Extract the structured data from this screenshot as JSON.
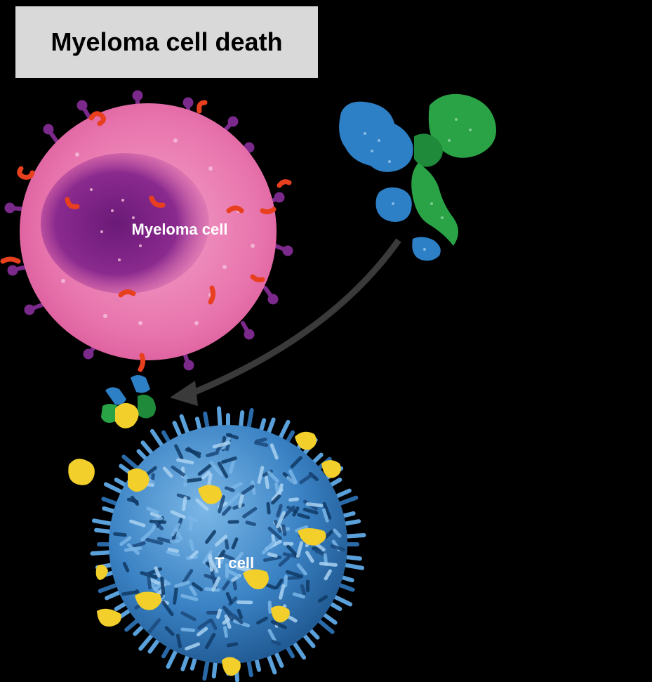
{
  "title": "Myeloma cell death",
  "labels": {
    "myeloma_cell": "Myeloma cell",
    "t_cell": "T cell"
  },
  "colors": {
    "background": "#000000",
    "title_box": "#d9d9d9",
    "myeloma_body": "#e46aa6",
    "myeloma_nucleus": "#7a1f82",
    "receptor_purple": "#7b2a8c",
    "receptor_red": "#e8401e",
    "antibody_blue": "#2d7fc6",
    "antibody_green": "#2aa346",
    "t_cell_body": "#3c84c4",
    "t_cell_marker": "#f3cf2b",
    "arrow": "#3a3a3a"
  },
  "icons": {
    "myeloma": "myeloma-cell-icon",
    "t_cell": "t-cell-icon",
    "antibody": "bispecific-antibody-icon",
    "arrow": "curved-arrow-icon"
  }
}
